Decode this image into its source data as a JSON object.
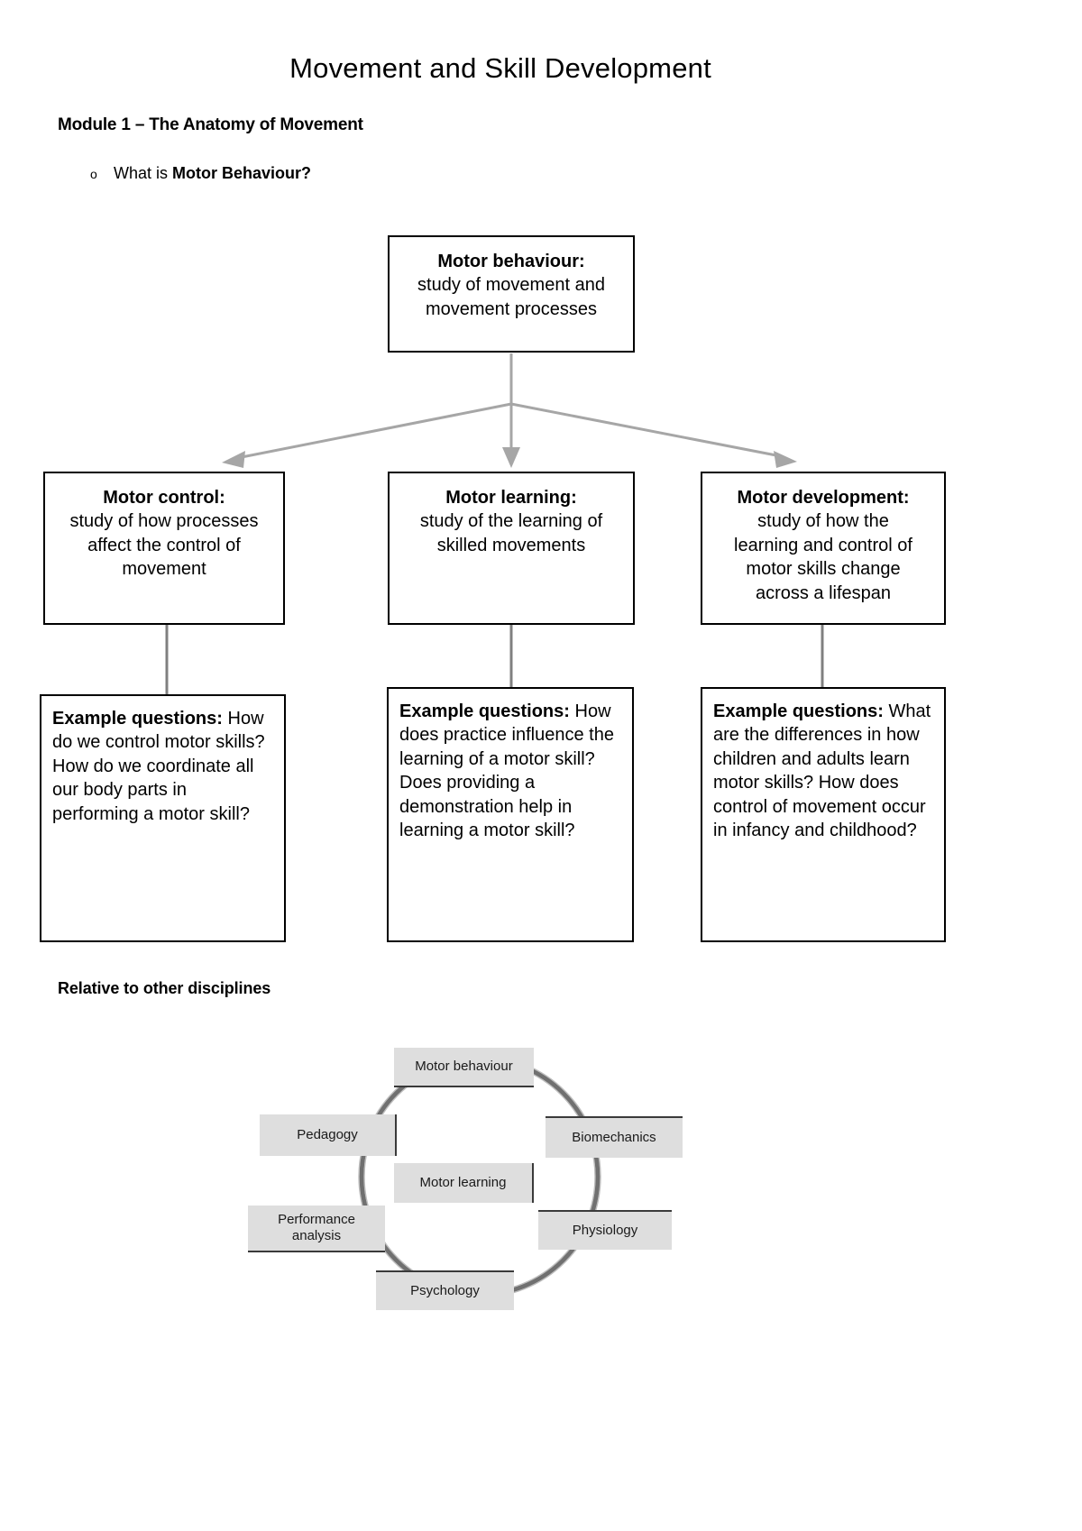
{
  "document": {
    "title": "Movement and Skill Development",
    "module_heading": "Module 1 – The Anatomy of Movement",
    "bullet_marker": "o",
    "bullet_prefix": "What is ",
    "bullet_bold": "Motor Behaviour?",
    "section_heading": "Relative to other disciplines"
  },
  "flowchart": {
    "root": {
      "title": "Motor behaviour:",
      "body_line1": "study of movement and",
      "body_line2": "movement processes"
    },
    "branches": [
      {
        "title": "Motor control:",
        "body": "study of how processes affect the control of movement",
        "body_lines": [
          "study of how processes",
          "affect the control of",
          "movement"
        ],
        "questions_title": "Example questions:",
        "questions_lines": [
          "How do we control",
          "motor skills?",
          "How do we coordinate",
          "all our body parts in",
          "performing a motor",
          "skill?"
        ]
      },
      {
        "title": "Motor learning:",
        "body": "study of the learning of skilled movements",
        "body_lines": [
          "study of the learning of",
          "skilled movements"
        ],
        "questions_title": "Example questions:",
        "questions_lines": [
          "How does practice",
          "influence the learning of",
          "a motor skill?",
          "Does providing a",
          "demonstration help in",
          "learning a motor skill?"
        ]
      },
      {
        "title": "Motor development:",
        "body": "study of how the learning and control of motor skills change across a lifespan",
        "body_lines": [
          "study of how the",
          "learning and control of",
          "motor skills change",
          "across a lifespan"
        ],
        "questions_title": "Example questions:",
        "questions_lines": [
          "What are the differences",
          "in how children and",
          "adults learn motor",
          "skills?",
          "How does control of",
          "movement occur in",
          "infancy and childhood?"
        ]
      }
    ],
    "arrow_color": "#a6a6a6",
    "connector_color": "#808080",
    "box_border_color": "#000000"
  },
  "circle_diagram": {
    "center_label": "Motor learning",
    "ring_labels": [
      "Motor behaviour",
      "Biomechanics",
      "Physiology",
      "Psychology",
      "Performance analysis",
      "Pedagogy"
    ],
    "performance_line1": "Performance",
    "performance_line2": "analysis",
    "box_fill": "#dedede",
    "ring_color": "#707070"
  }
}
